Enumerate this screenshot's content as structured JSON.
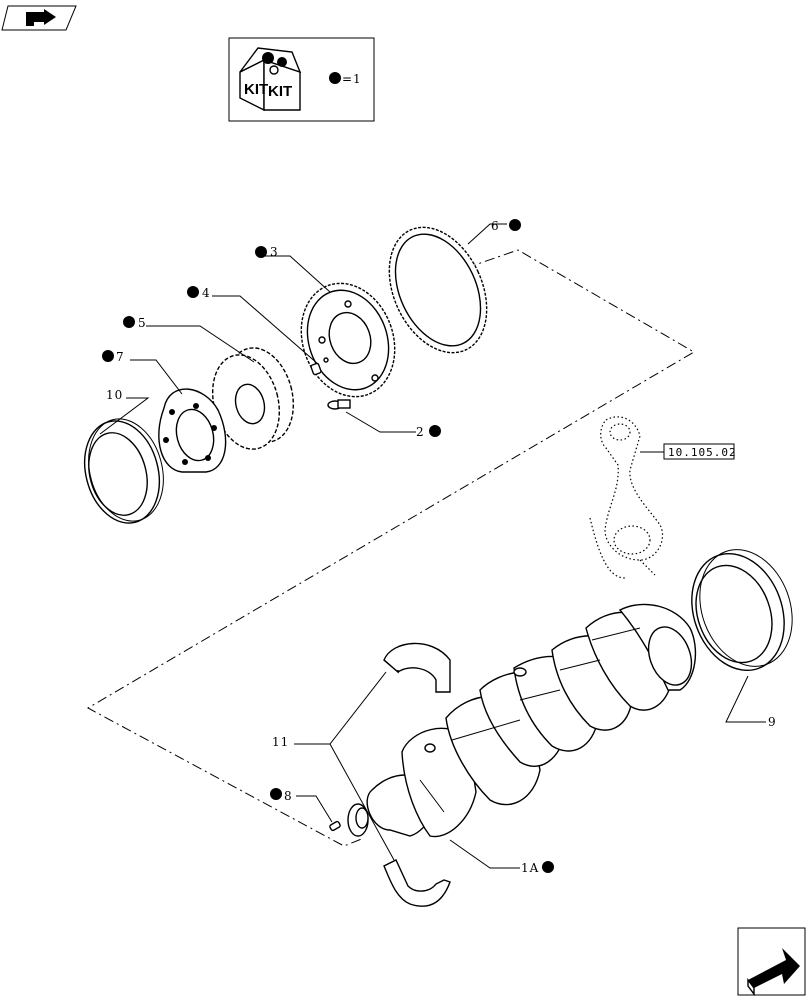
{
  "kit_legend": {
    "icon": "kit-box-icon",
    "kit_text_left": "KIT",
    "kit_text_right": "KIT",
    "legend_value": "=1"
  },
  "callouts": {
    "c1a": "1A",
    "c2": "2",
    "c3": "3",
    "c4": "4",
    "c5": "5",
    "c6": "6",
    "c7": "7",
    "c8": "8",
    "c9": "9",
    "c10": "10",
    "c11": "11"
  },
  "reference_box": "10.105.02",
  "icons": {
    "top_left": "navigation-arrow-icon",
    "bottom_right": "next-page-arrow-icon"
  }
}
